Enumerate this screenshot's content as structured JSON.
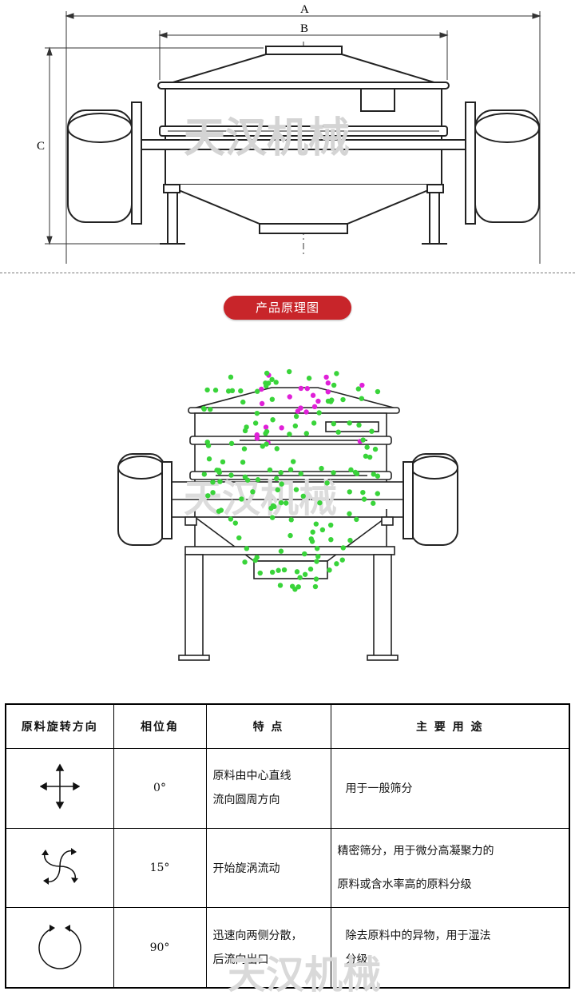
{
  "top_drawing": {
    "label_a": "A",
    "label_b": "B",
    "label_c": "C",
    "watermark": "天汉机械"
  },
  "section_title": "产品原理图",
  "mid_drawing": {
    "watermark": "天汉机械"
  },
  "table": {
    "headers": [
      "原料旋转方向",
      "相位角",
      "特 点",
      "主 要 用 途"
    ],
    "rows": [
      {
        "icon": "four-way-arrows-icon",
        "angle": "0°",
        "feature_lines": [
          "原料由中心直线",
          "流向圆周方向"
        ],
        "usage_lines": [
          "用于一般筛分"
        ]
      },
      {
        "icon": "vortex-arrows-icon",
        "angle": "15°",
        "feature_lines": [
          "开始旋涡流动"
        ],
        "usage_lines": [
          "精密筛分，用于微分高凝聚力的",
          "原料或含水率高的原料分级"
        ]
      },
      {
        "icon": "circular-arrows-icon",
        "angle": "90°",
        "feature_lines": [
          "迅速向两侧分散，",
          "后流向出口"
        ],
        "usage_lines": [
          "除去原料中的异物，用于湿法",
          "分级"
        ]
      }
    ],
    "watermark": "天汉机械"
  },
  "colors": {
    "pill": "#c8252a",
    "particle_green": "#39d43a",
    "particle_magenta": "#e020d8"
  }
}
